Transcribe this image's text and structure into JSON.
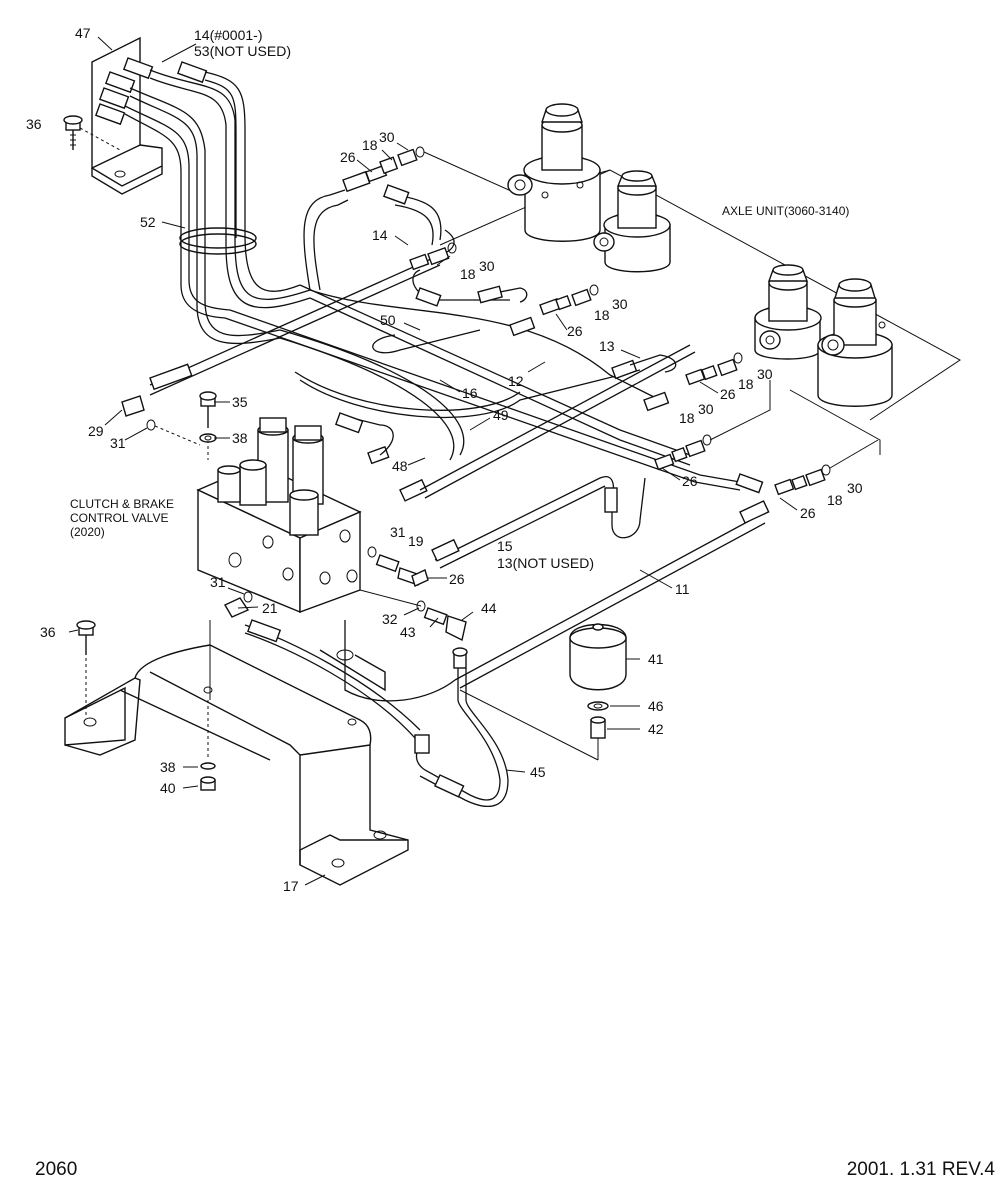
{
  "labels": {
    "n47": "47",
    "n14_serial": "14(#0001-)",
    "n53_not_used": "53(NOT USED)",
    "n36_top": "36",
    "n52": "52",
    "n26_a": "26",
    "n18_a": "18",
    "n30_a": "30",
    "n14": "14",
    "n18_b": "18",
    "n30_b": "30",
    "n26_b": "26",
    "n18_c": "18",
    "n30_c": "30",
    "n50": "50",
    "n16": "16",
    "n12": "12",
    "n13": "13",
    "n18_d": "18",
    "n30_d": "30",
    "n26_c": "26",
    "n18_e": "18",
    "n30_e": "30",
    "n49": "49",
    "n48": "48",
    "n26_d": "26",
    "n30_f": "30",
    "n18_f": "18",
    "n26_e": "26",
    "n29": "29",
    "n31_a": "31",
    "n35": "35",
    "n38_a": "38",
    "n31_b": "31",
    "n19": "19",
    "n15": "15",
    "n13_not_used": "13(NOT USED)",
    "n26_f": "26",
    "n11": "11",
    "n31_c": "31",
    "n21": "21",
    "n32": "32",
    "n43": "43",
    "n44": "44",
    "n36_bottom": "36",
    "n41": "41",
    "n46": "46",
    "n42": "42",
    "n45": "45",
    "n38_b": "38",
    "n40": "40",
    "n17": "17"
  },
  "annotations": {
    "axle_unit": "AXLE UNIT(3060-3140)",
    "valve_line1": "CLUTCH & BRAKE",
    "valve_line2": "CONTROL VALVE",
    "valve_line3": "(2020)"
  },
  "footer": {
    "page_code": "2060",
    "revision": "2001. 1.31 REV.4"
  }
}
